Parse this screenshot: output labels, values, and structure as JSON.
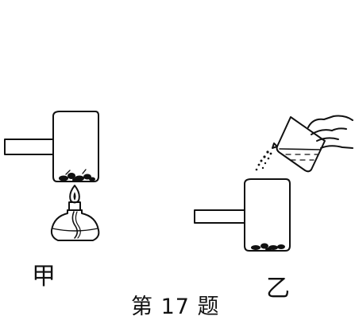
{
  "labels": {
    "jia": "甲",
    "yi": "乙",
    "caption": "第 17 题"
  },
  "colors": {
    "ink": "#111111",
    "paper": "#ffffff"
  },
  "icons": {
    "jia_heater": "alcohol-lamp-icon",
    "yi_pour": "beaker-pouring-hand-icon"
  }
}
